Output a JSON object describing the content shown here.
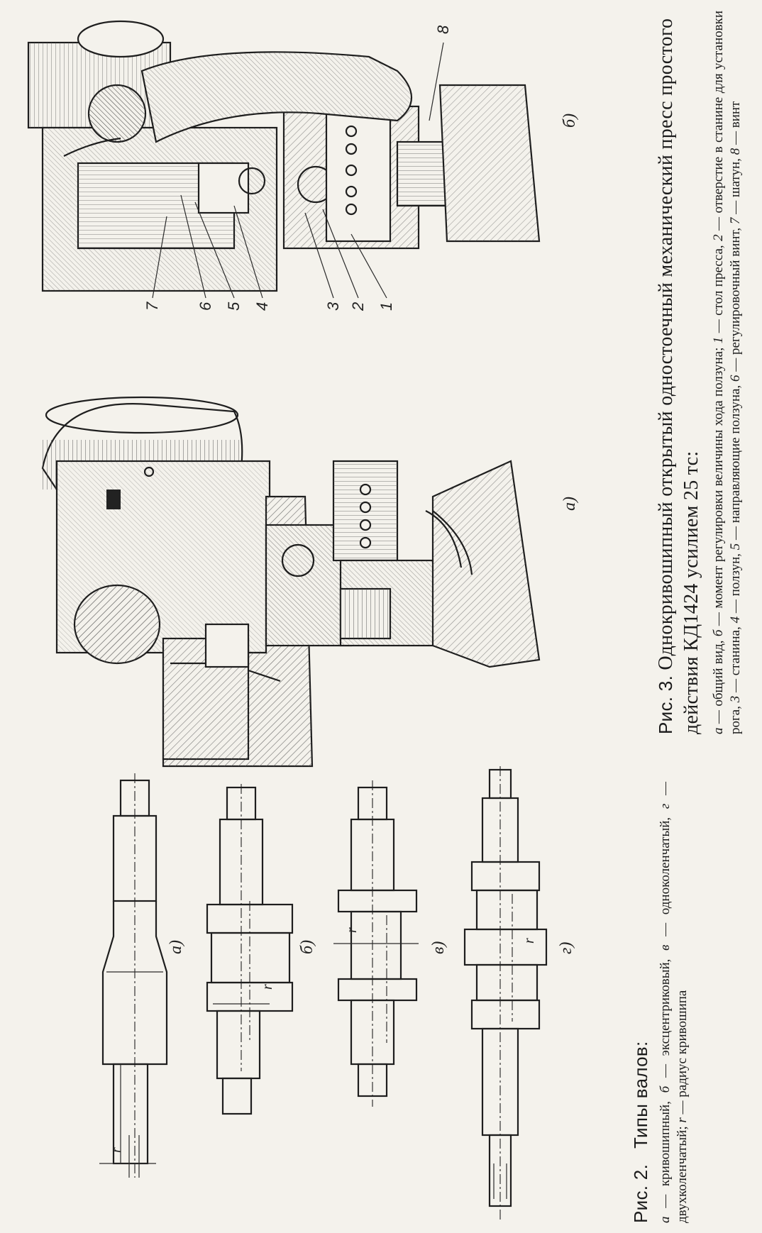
{
  "fig2": {
    "number": "Рис. 2.",
    "title": "Типы валов:",
    "legend_a": "а",
    "legend_a_text": " — кривошипный, ",
    "legend_b": "б",
    "legend_b_text": " — эксцентриковый, ",
    "legend_v": "в",
    "legend_v_text": " — одноколенчатый, ",
    "legend_g": "г",
    "legend_g_text": " — двухколенчатый; ",
    "legend_r": "r",
    "legend_r_text": " — радиус кривошипа",
    "sub_a": "а)",
    "sub_b": "б)",
    "sub_v": "в)",
    "sub_g": "г)",
    "r_label": "r"
  },
  "fig3": {
    "number": "Рис. 3.",
    "title": "Однокривошипный открытый одностоечный механический пресс простого действия КД1424 усилием 25 тс:",
    "legend_a": "а",
    "legend_a_text": " — общий вид, ",
    "legend_b": "б",
    "legend_b_text": " — момент регулировки величины хода ползуна; ",
    "legend_1": "1",
    "legend_1_text": " — стол пресса, ",
    "legend_2": "2",
    "legend_2_text": " — отверстие в станине для установки рога, ",
    "legend_3": "3",
    "legend_3_text": " — станина, ",
    "legend_4": "4",
    "legend_4_text": " — ползун, ",
    "legend_5": "5",
    "legend_5_text": " — направляющие ползуна, ",
    "legend_6": "6",
    "legend_6_text": " — регулировочный винт, ",
    "legend_7": "7",
    "legend_7_text": " — шатун, ",
    "legend_8": "8",
    "legend_8_text": " — винт",
    "sub_a": "а)",
    "sub_b": "б)",
    "callouts": [
      "1",
      "2",
      "3",
      "4",
      "5",
      "6",
      "7",
      "8"
    ]
  }
}
